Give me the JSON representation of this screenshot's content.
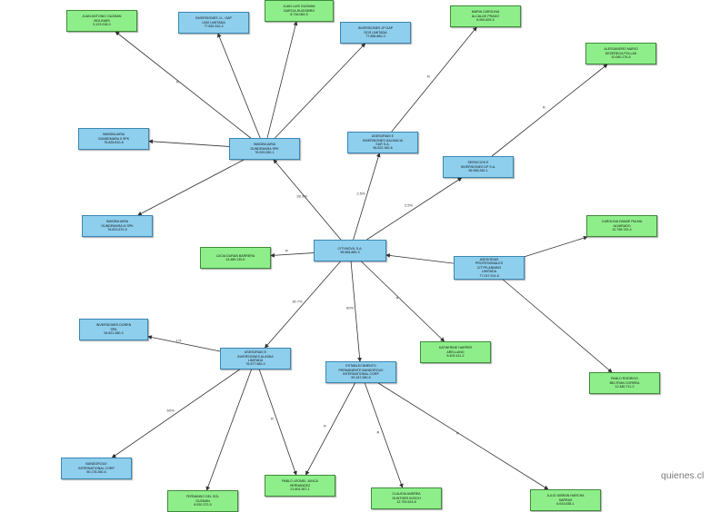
{
  "watermark": "quienes.cl",
  "nodes": {
    "cm": {
      "kind": "company",
      "lines": [
        "CITYMOVIL S.A.",
        "96.584.880-3"
      ]
    },
    "ig": {
      "kind": "company",
      "lines": [
        "INMOBILIARIA",
        "GUNDEMARA SPK",
        "76.920.050-1"
      ]
    },
    "ig2": {
      "kind": "company",
      "lines": [
        "INMOBILIARIA",
        "GUNDEMARA II SPK",
        "76.828.810-8"
      ]
    },
    "ig3": {
      "kind": "company",
      "lines": [
        "INMOBILIARIA",
        "GUNDEMARA III SPK",
        "76.823.670-5"
      ]
    },
    "ijg": {
      "kind": "company",
      "lines": [
        "INVERSIONES J.L. GAP",
        "UNO LIMITADA",
        "77.830.310-2"
      ]
    },
    "ijp": {
      "kind": "company",
      "lines": [
        "INVERSIONES JP GAP",
        "DOS LIMITADA",
        "77.856.860-3"
      ]
    },
    "adi": {
      "kind": "company",
      "lines": [
        "ASESORIAS E",
        "INVERSIONES DALMACIA",
        "SUR S.A.",
        "96.522.160-8"
      ]
    },
    "sdp": {
      "kind": "company",
      "lines": [
        "SERVICIOS E",
        "INVERSIONES DP S.A.",
        "96.958.260-1"
      ]
    },
    "apc": {
      "kind": "company",
      "lines": [
        "ASESORIAS",
        "PROFESIONALES",
        "CITYPLANNING",
        "LIMITADA",
        "77.247.914-8"
      ]
    },
    "aal": {
      "kind": "company",
      "lines": [
        "ASESORIAS E",
        "INVERSIONES ALASKA",
        "LIMITADA",
        "76.577.580-0"
      ]
    },
    "epb": {
      "kind": "company",
      "lines": [
        "ESTABLECIMIENTO",
        "PERMANENTE BANDOROUX",
        "INTERNATIONAL CORP",
        "59.187.080-6"
      ]
    },
    "ido": {
      "kind": "company",
      "lines": [
        "INVERSIONES DOREN",
        "SPA",
        "94.821.380-3"
      ]
    },
    "bic": {
      "kind": "company",
      "lines": [
        "BANDOROUX",
        "INTERNATIONAL CORP",
        "50.176.260-6"
      ]
    },
    "jag": {
      "kind": "person",
      "lines": [
        "JUAN ANTONIO GUZMAN",
        "MOLINARI",
        "5.123.918-0"
      ]
    },
    "jlg": {
      "kind": "person",
      "lines": [
        "JUAN LUIS GUZMAN",
        "GARCIA-HUIDOBRO",
        "8.716.084-5"
      ]
    },
    "mca": {
      "kind": "person",
      "lines": [
        "MARIA CAROLINA",
        "ALCALDE PRADO",
        "8.990.829-5"
      ]
    },
    "amd": {
      "kind": "person",
      "lines": [
        "ALESSANDRO MARIO",
        "DEZEREGA POLLAK",
        "10.080.176-6"
      ]
    },
    "ldb": {
      "kind": "person",
      "lines": [
        "LUCIA DURAN BARRERA",
        "14.489.130-K"
      ]
    },
    "cdp": {
      "kind": "person",
      "lines": [
        "CAROLINA DANAE PALMA",
        "ALVARADO",
        "10.798.743-4"
      ]
    },
    "kha": {
      "kind": "person",
      "lines": [
        "KATHERINE HARPER",
        "ARELLANO",
        "8.402.411-2"
      ]
    },
    "pbr": {
      "kind": "person",
      "lines": [
        "PABLO RODRIGO",
        "BELTRAN CORREA",
        "12.480.711-2"
      ]
    },
    "fdg": {
      "kind": "person",
      "lines": [
        "FERNANDO DEL SOL",
        "GUZMAN",
        "8.920.372-5"
      ]
    },
    "plj": {
      "kind": "person",
      "lines": [
        "PABLO LEONEL JUNCA",
        "HERNANDEZ",
        "21.804.367-1"
      ]
    },
    "cag": {
      "kind": "person",
      "lines": [
        "CLAUDIA ANDREA",
        "GUNTHER KUSCH",
        "12.793.524-8"
      ]
    },
    "jgh": {
      "kind": "person",
      "lines": [
        "JULIO GIBRAN HARCHA",
        "SARRAS",
        "6.614.638-1"
      ]
    }
  },
  "edges": [
    {
      "from": "ig",
      "to": "jag",
      "label": "R"
    },
    {
      "from": "ig",
      "to": "ijg",
      "label": ""
    },
    {
      "from": "ig",
      "to": "jlg",
      "label": ""
    },
    {
      "from": "ig",
      "to": "ijp",
      "label": ""
    },
    {
      "from": "ig",
      "to": "ig2",
      "label": ""
    },
    {
      "from": "ig",
      "to": "ig3",
      "label": ""
    },
    {
      "from": "cm",
      "to": "ig",
      "label": "28.3%"
    },
    {
      "from": "adi",
      "to": "mca",
      "label": "R"
    },
    {
      "from": "cm",
      "to": "adi",
      "label": "2.5%"
    },
    {
      "from": "sdp",
      "to": "amd",
      "label": "R"
    },
    {
      "from": "cm",
      "to": "sdp",
      "label": "2.5%"
    },
    {
      "from": "cm",
      "to": "ldb",
      "label": "R"
    },
    {
      "from": "apc",
      "to": "cm",
      "label": ""
    },
    {
      "from": "apc",
      "to": "cdp",
      "label": ""
    },
    {
      "from": "apc",
      "to": "pbr",
      "label": ""
    },
    {
      "from": "cm",
      "to": "kha",
      "label": "R"
    },
    {
      "from": "cm",
      "to": "aal",
      "label": "30.7%"
    },
    {
      "from": "cm",
      "to": "epb",
      "label": "60%"
    },
    {
      "from": "aal",
      "to": "ido",
      "label": "1%"
    },
    {
      "from": "aal",
      "to": "bic",
      "label": "60%"
    },
    {
      "from": "aal",
      "to": "fdg",
      "label": ""
    },
    {
      "from": "aal",
      "to": "plj",
      "label": "R"
    },
    {
      "from": "epb",
      "to": "plj",
      "label": "R"
    },
    {
      "from": "epb",
      "to": "cag",
      "label": "R"
    },
    {
      "from": "epb",
      "to": "jgh",
      "label": "R"
    }
  ]
}
